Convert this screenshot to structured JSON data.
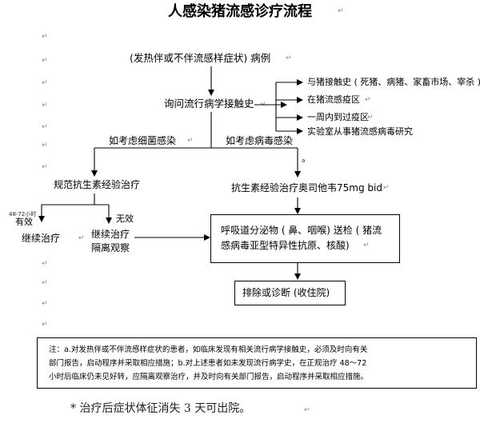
{
  "title": "人感染猪流感诊疗流程",
  "flow": {
    "start": "(发热伴或不伴流感样症状) 病例",
    "inquiry": "询问流行病学接触史",
    "contacts": [
      "与猪接触史 ( 死猪、病猪、家畜市场、宰杀 )",
      "在猪流感疫区",
      "一周内到过疫区",
      "实验室从事猪流感病毒研究"
    ],
    "bacterial_branch": "如考虑细菌感染",
    "viral_branch": "如考虑病毒感染",
    "bacterial_treatment": "规范抗生素经验治疗",
    "viral_treatment": "抗生素经验治疗奥司他韦75mg bid",
    "marker_a": "a",
    "effective": "有效",
    "ineffective": "无效",
    "hours_label": "48-72小时",
    "continue_treatment": "继续治疗",
    "continue_isolate_1": "继续治疗",
    "continue_isolate_2": "隔离观察",
    "sample_box_1": "呼吸道分泌物 ( 鼻、咽喉) 送检 ( 猪流",
    "sample_box_2": "感病毒亚型特异性抗原、核酸)",
    "diagnosis_box": "排除或诊断 (收住院)"
  },
  "notes": {
    "line1": "注：a.对发热伴或不伴流感样症状的患者，如临床发现有相关流行病学接触史，必须及时向有关",
    "line2": "部门报告，启动程序并采取相应措施；b.对上述患者如未发现流行病学史，在正规治疗 48～72",
    "line3": "小时后临床仍未见好转，应隔离观察治疗，并及时向有关部门报告，启动程序并采取相应措施。"
  },
  "footer": "* 治疗后症状体征消失 3 天可出院。",
  "paragraph_mark": "↵",
  "colors": {
    "line": "#000000",
    "mark": "#8a8a8a"
  }
}
